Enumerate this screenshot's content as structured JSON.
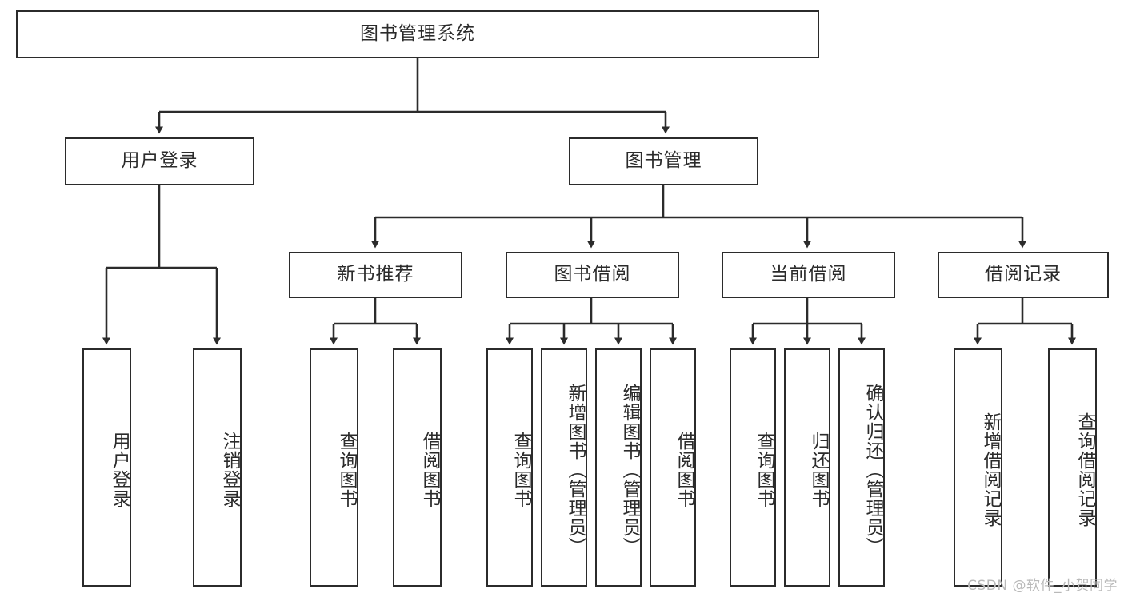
{
  "diagram": {
    "title": "图书管理系统",
    "type": "tree",
    "watermark": "CSDN @软件_小贺同学",
    "colors": {
      "stroke": "#2b2b2b",
      "fill": "#ffffff",
      "text": "#2b2b2b",
      "watermark": "#b9b9b9"
    },
    "nodes": {
      "root": {
        "label": "图书管理系统",
        "orientation": "horizontal"
      },
      "level2": [
        {
          "id": "user-login",
          "label": "用户登录",
          "orientation": "horizontal"
        },
        {
          "id": "book-manage",
          "label": "图书管理",
          "orientation": "horizontal"
        }
      ],
      "level3": [
        {
          "id": "new-book-rec",
          "label": "新书推荐",
          "orientation": "horizontal"
        },
        {
          "id": "book-borrow",
          "label": "图书借阅",
          "orientation": "horizontal"
        },
        {
          "id": "current-borrow",
          "label": "当前借阅",
          "orientation": "horizontal"
        },
        {
          "id": "borrow-record",
          "label": "借阅记录",
          "orientation": "horizontal"
        }
      ],
      "leaves": {
        "user-login": [
          {
            "id": "leaf-user-login",
            "label": "用户登录",
            "orientation": "vertical"
          },
          {
            "id": "leaf-user-logout",
            "label": "注销登录",
            "orientation": "vertical"
          }
        ],
        "new-book-rec": [
          {
            "id": "leaf-query-book-1",
            "label": "查询图书",
            "orientation": "vertical"
          },
          {
            "id": "leaf-borrow-book-1",
            "label": "借阅图书",
            "orientation": "vertical"
          }
        ],
        "book-borrow": [
          {
            "id": "leaf-query-book-2",
            "label": "查询图书",
            "orientation": "vertical"
          },
          {
            "id": "leaf-add-book",
            "label": "新增图书（管理员）",
            "orientation": "vertical"
          },
          {
            "id": "leaf-edit-book",
            "label": "编辑图书（管理员）",
            "orientation": "vertical"
          },
          {
            "id": "leaf-borrow-book-2",
            "label": "借阅图书",
            "orientation": "vertical"
          }
        ],
        "current-borrow": [
          {
            "id": "leaf-query-book-3",
            "label": "查询图书",
            "orientation": "vertical"
          },
          {
            "id": "leaf-return-book",
            "label": "归还图书",
            "orientation": "vertical"
          },
          {
            "id": "leaf-confirm-return",
            "label": "确认归还（管理员）",
            "orientation": "vertical"
          }
        ],
        "borrow-record": [
          {
            "id": "leaf-add-record",
            "label": "新增借阅记录",
            "orientation": "vertical"
          },
          {
            "id": "leaf-query-record",
            "label": "查询借阅记录",
            "orientation": "vertical"
          }
        ]
      }
    }
  }
}
